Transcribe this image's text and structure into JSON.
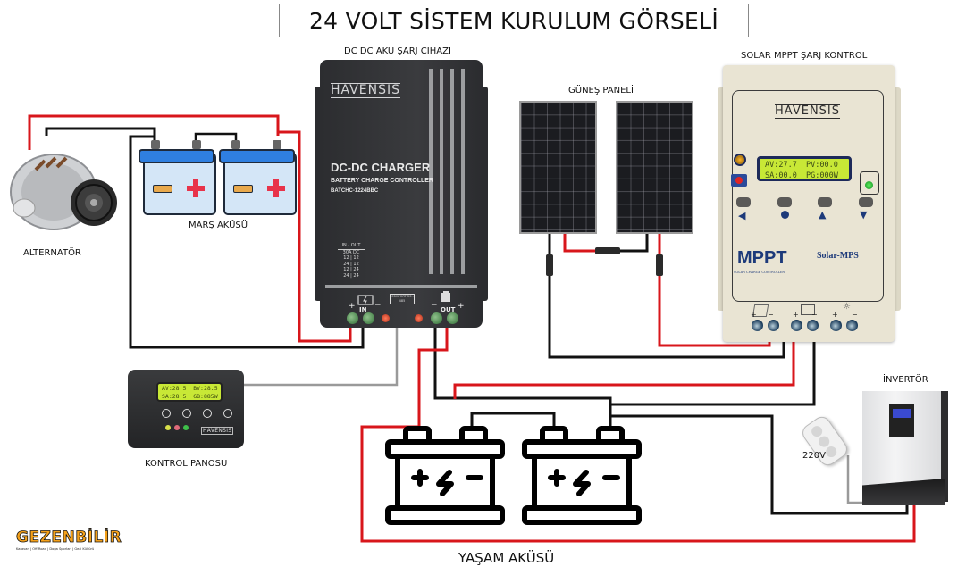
{
  "title": "24 VOLT SİSTEM KURULUM GÖRSELİ",
  "labels": {
    "dcdc": "DC DC AKÜ ŞARJ CİHAZI",
    "solar_panel": "GÜNEŞ PANELİ",
    "mppt": "SOLAR MPPT ŞARJ KONTROL",
    "alternator": "ALTERNATÖR",
    "starter_battery": "MARŞ AKÜSÜ",
    "control_panel": "KONTROL PANOSU",
    "inverter": "İNVERTÖR",
    "outlet": "220V",
    "house_battery": "YAŞAM AKÜSÜ"
  },
  "dcdc_device": {
    "brand": "HAVENSIS",
    "name": "DC-DC CHARGER",
    "subtitle": "BATTERY CHARGE CONTROLLER",
    "model": "BATCHC-1224BBC",
    "table_header": "IN - OUT",
    "table_rows": [
      "30A DC",
      "12 | 12",
      "24 | 12",
      "12 | 24",
      "24 | 24"
    ],
    "in_label": "IN",
    "out_label": "OUT",
    "port_label": "MSMPORT RS - 485",
    "plus": "+",
    "minus": "−"
  },
  "mppt_device": {
    "brand": "HAVENSIS",
    "lcd_line1": "AV:27.7  PV:00.0",
    "lcd_line2": "SA:00.0  PG:000W",
    "model_big": "MPPT",
    "model_sub": "SOLAR CHARGE CONTROLLER",
    "series": "Solar-MPS",
    "plus": "+",
    "minus": "−"
  },
  "control_panel_device": {
    "lcd_line1": "AV:28.5  BV:28.5",
    "lcd_line2": "SA:28.5  GB:885W",
    "brand": "HAVENSIS"
  },
  "starter_battery_signs": {
    "minus": "−",
    "plus": "+"
  },
  "watermark": {
    "name": "GEZENBİLİR",
    "tagline": "Karavan | Off-Road | Doğa Sporları | Gezi Kültürü"
  },
  "colors": {
    "wire_positive": "#d8161b",
    "wire_negative": "#111111",
    "wire_signal": "#9a9a9a",
    "battery_blue": "#2f7fe0",
    "logo_orange": "#f5a11a"
  }
}
